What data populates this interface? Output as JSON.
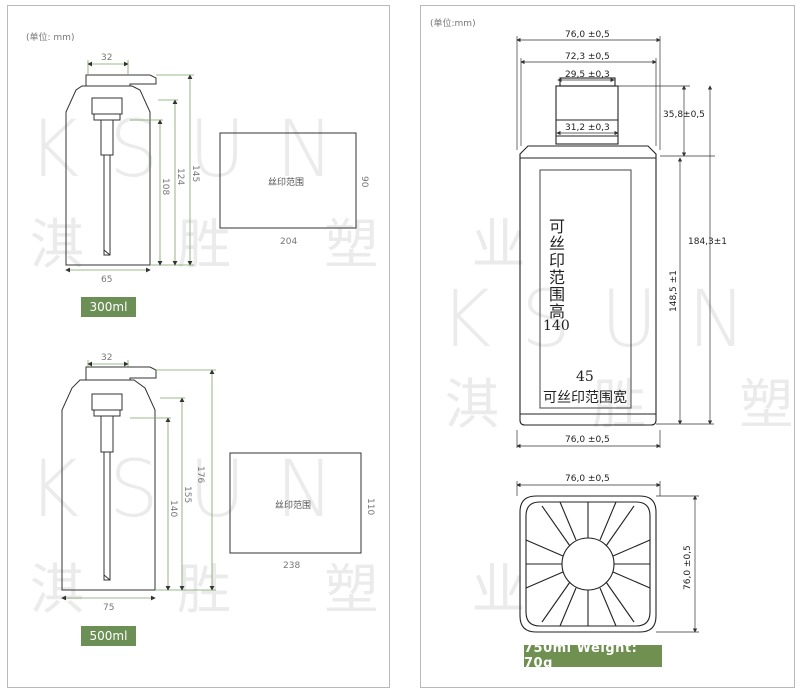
{
  "unit_label_left": "(单位:  mm)",
  "unit_label_right": "(单位:mm)",
  "watermark": {
    "brand": "KSUN",
    "chinese": "淇 胜 塑 业"
  },
  "bottle_300": {
    "capacity": "300ml",
    "top_width": "32",
    "body_width": "65",
    "height_total": "145",
    "height_body": "124",
    "height_tube": "108",
    "print_label": "丝印范围",
    "print_width": "204",
    "print_height": "90"
  },
  "bottle_500": {
    "capacity": "500ml",
    "top_width": "32",
    "body_width": "75",
    "height_total": "176",
    "height_body": "155",
    "height_tube": "140",
    "print_label": "丝印范围",
    "print_width": "238",
    "print_height": "110"
  },
  "bottle_750": {
    "dim_outer_width": "76,0  ±0,5",
    "dim_shoulder_width": "72,3  ±0,5",
    "dim_neck_outer": "29,5  ±0,3",
    "dim_neck_inner": "31,2  ±0,3",
    "dim_neck_height": "35,8±0,5",
    "dim_total_height": "184,3±1",
    "dim_body_height": "148,5  ±1",
    "dim_bottom_width": "76,0  ±0,5",
    "print_height_label": "可丝印范围高",
    "print_height_value": "140",
    "print_width_value": "45",
    "print_width_label": "可丝印范围宽",
    "top_view_width": "76,0  ±0,5",
    "top_view_depth": "76,0  ±0,5",
    "weight_label": "750ml  Weight:  70g"
  }
}
